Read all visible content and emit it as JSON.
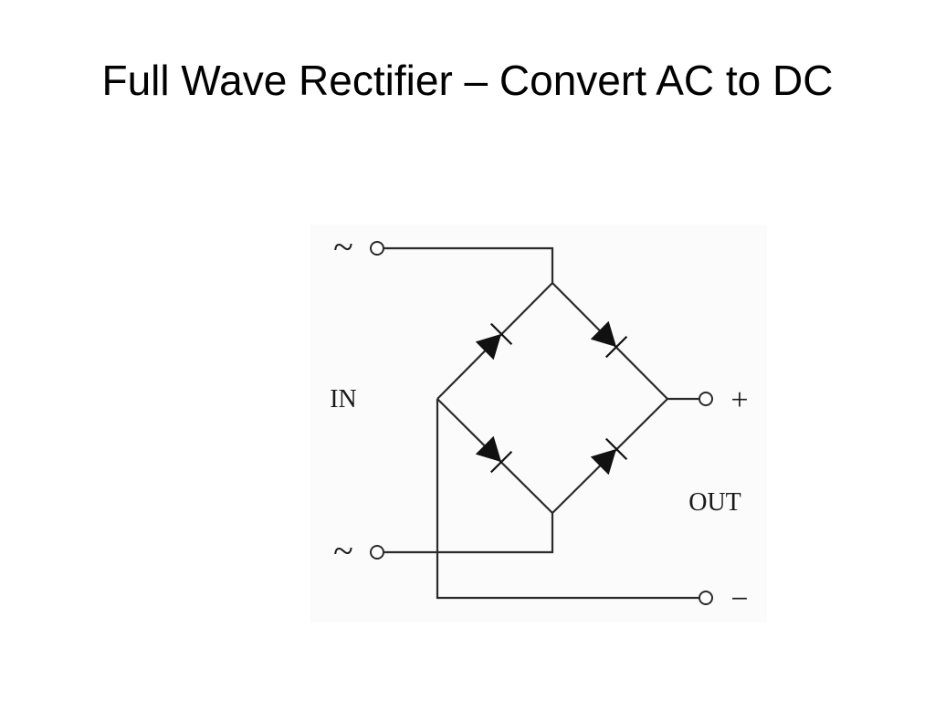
{
  "slide": {
    "title": "Full Wave Rectifier – Convert AC to DC"
  },
  "diagram": {
    "labels": {
      "ac_top": "~",
      "ac_bottom": "~",
      "input": "IN",
      "output": "OUT",
      "positive": "+",
      "negative": "−"
    }
  }
}
